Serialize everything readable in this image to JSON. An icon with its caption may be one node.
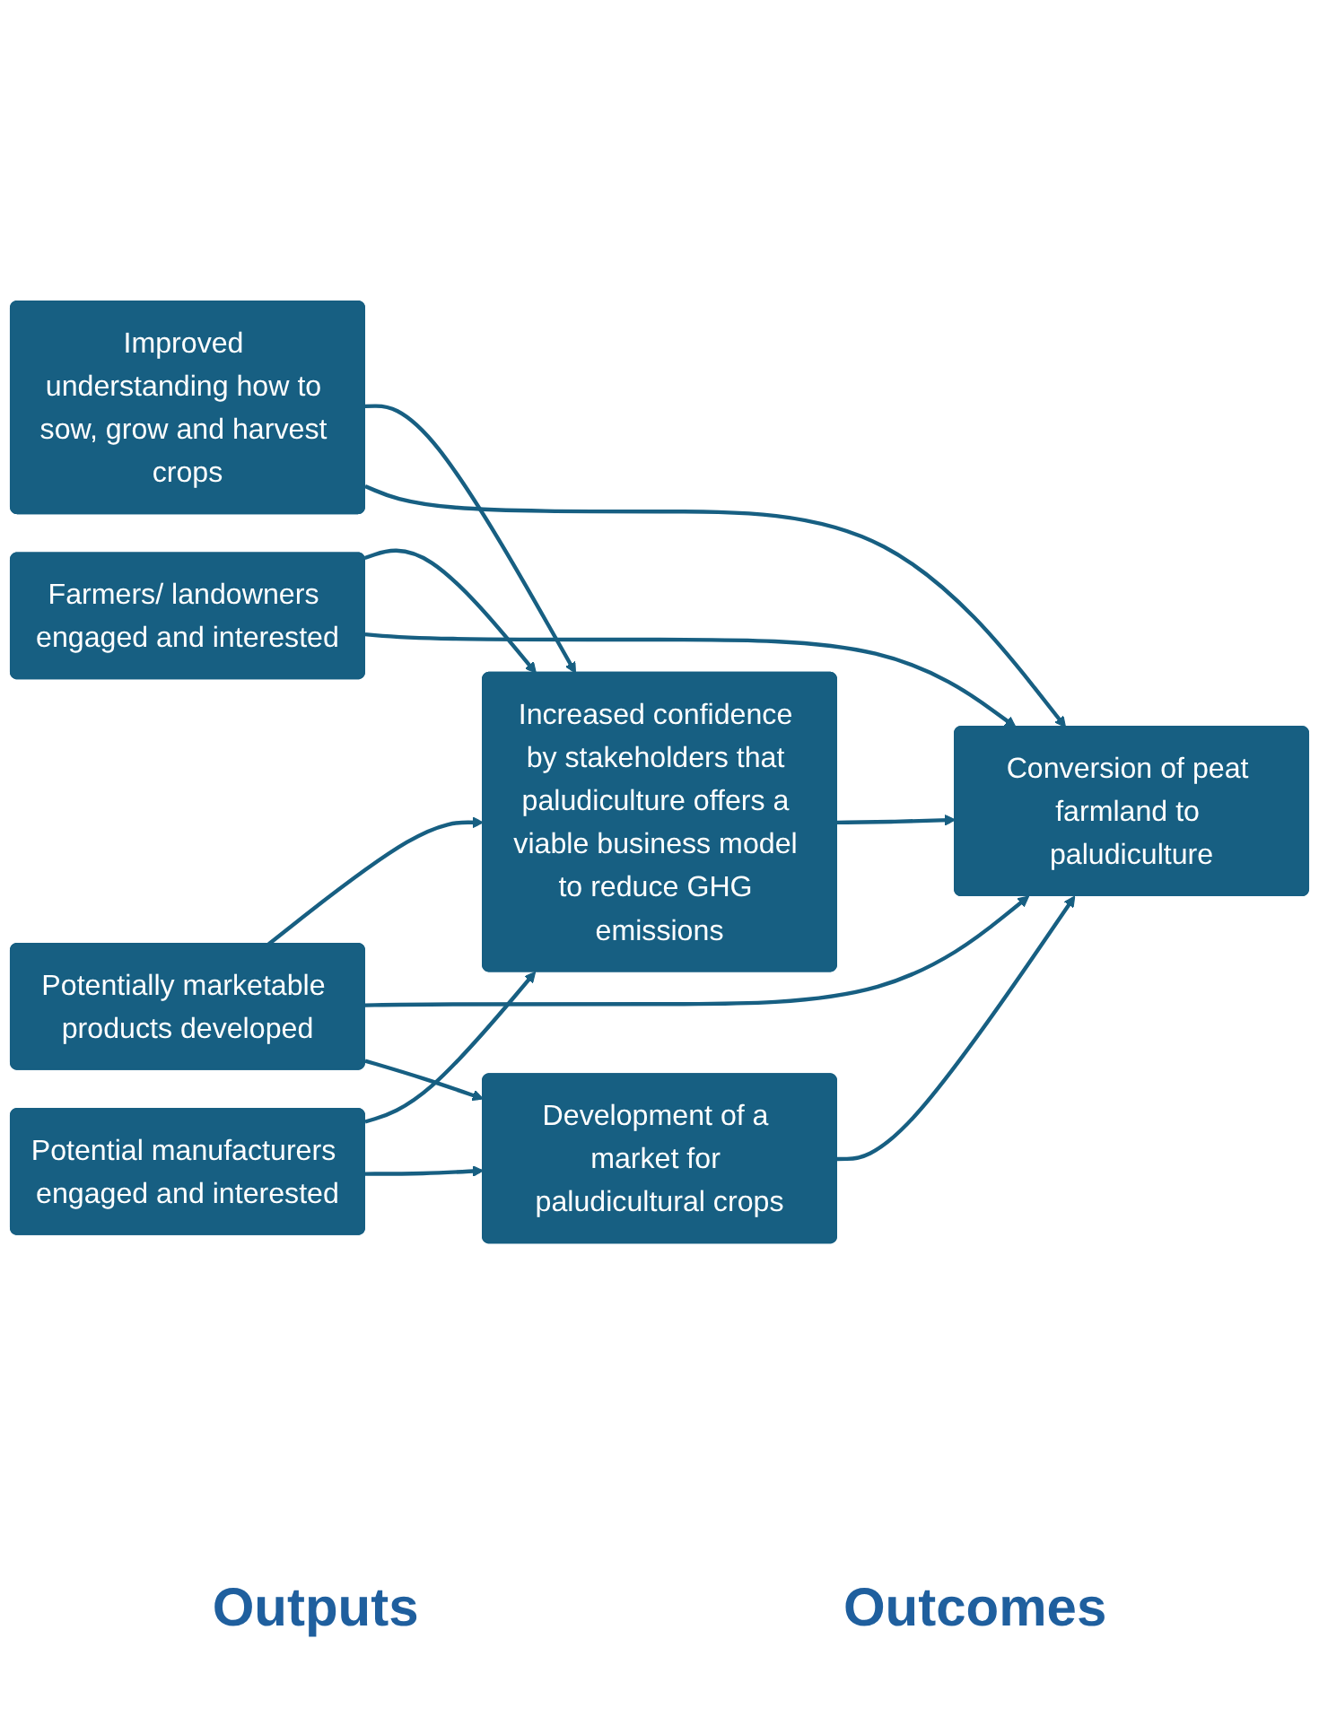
{
  "diagram": {
    "nodes": [
      {
        "text": [
          "Improved understanding how to sow, grow and harvest crops"
        ]
      },
      {
        "text": [
          "Potentially marketable products developed"
        ]
      },
      {
        "text": [
          "Farmers/ landowners engaged and interested"
        ]
      },
      {
        "text": [
          "Potential manufacturers engaged and interested"
        ]
      },
      {
        "text": [
          "Increased confidence by stakeholders that paludiculture offers a viable business model to reduce GHG emissions"
        ]
      },
      {
        "text": [
          "Conversion of peat farmland to paludiculture"
        ]
      },
      {
        "text": [
          "Development of a market for paludicultural crops"
        ]
      }
    ],
    "edges": [
      {
        "from": 0,
        "to": 4,
        "arrow": "to"
      },
      {
        "from": 0,
        "to": 5,
        "arrow": "to"
      },
      {
        "from": 1,
        "to": 4,
        "arrow": "to"
      },
      {
        "from": 1,
        "to": 5,
        "arrow": "to"
      },
      {
        "from": 1,
        "to": 6,
        "arrow": "to"
      },
      {
        "from": 2,
        "to": 4,
        "arrow": "to"
      },
      {
        "from": 2,
        "to": 5,
        "arrow": "to"
      },
      {
        "from": 3,
        "to": 4,
        "arrow": "to"
      },
      {
        "from": 3,
        "to": 6,
        "arrow": "to"
      },
      {
        "from": 4,
        "to": 5,
        "arrow": "to"
      },
      {
        "from": 6,
        "to": 5,
        "arrow": "to"
      }
    ],
    "labels": [
      "Outputs",
      "Outcomes"
    ]
  }
}
